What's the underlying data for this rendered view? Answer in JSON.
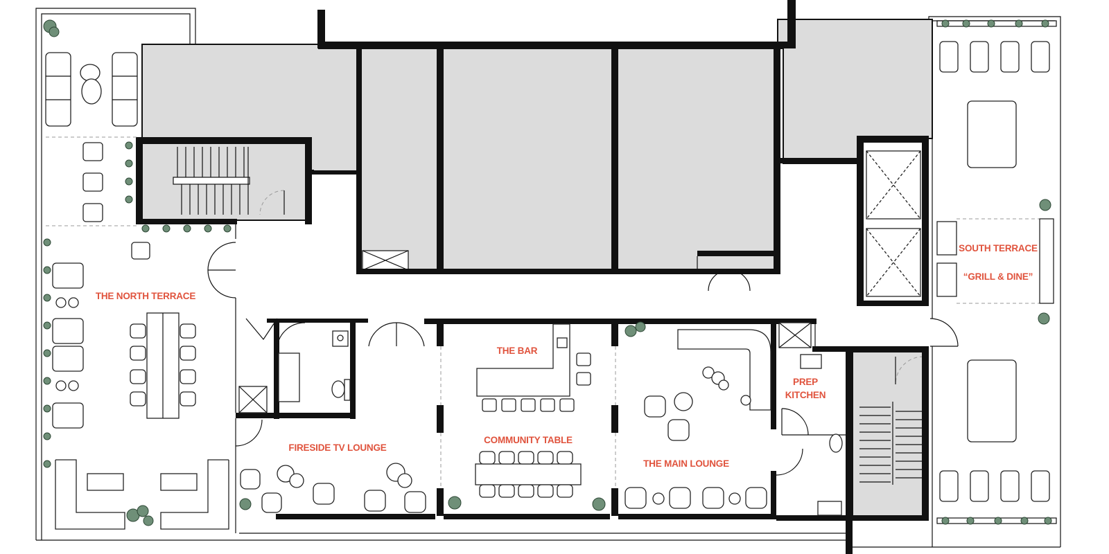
{
  "rooms": {
    "north_terrace": "THE NORTH TERRACE",
    "fireside": "FIRESIDE TV LOUNGE",
    "bar": "THE BAR",
    "community_table": "COMMUNITY TABLE",
    "main_lounge": "THE MAIN LOUNGE",
    "prep_kitchen_line1": "PREP",
    "prep_kitchen_line2": "KITCHEN",
    "south_terrace_line1": "SOUTH TERRACE",
    "south_terrace_line2": "“GRILL & DINE”"
  },
  "colors": {
    "label": "#e0533d",
    "core_fill": "#dcdcdc",
    "wall": "#111111",
    "planting": "#6f8f78"
  }
}
